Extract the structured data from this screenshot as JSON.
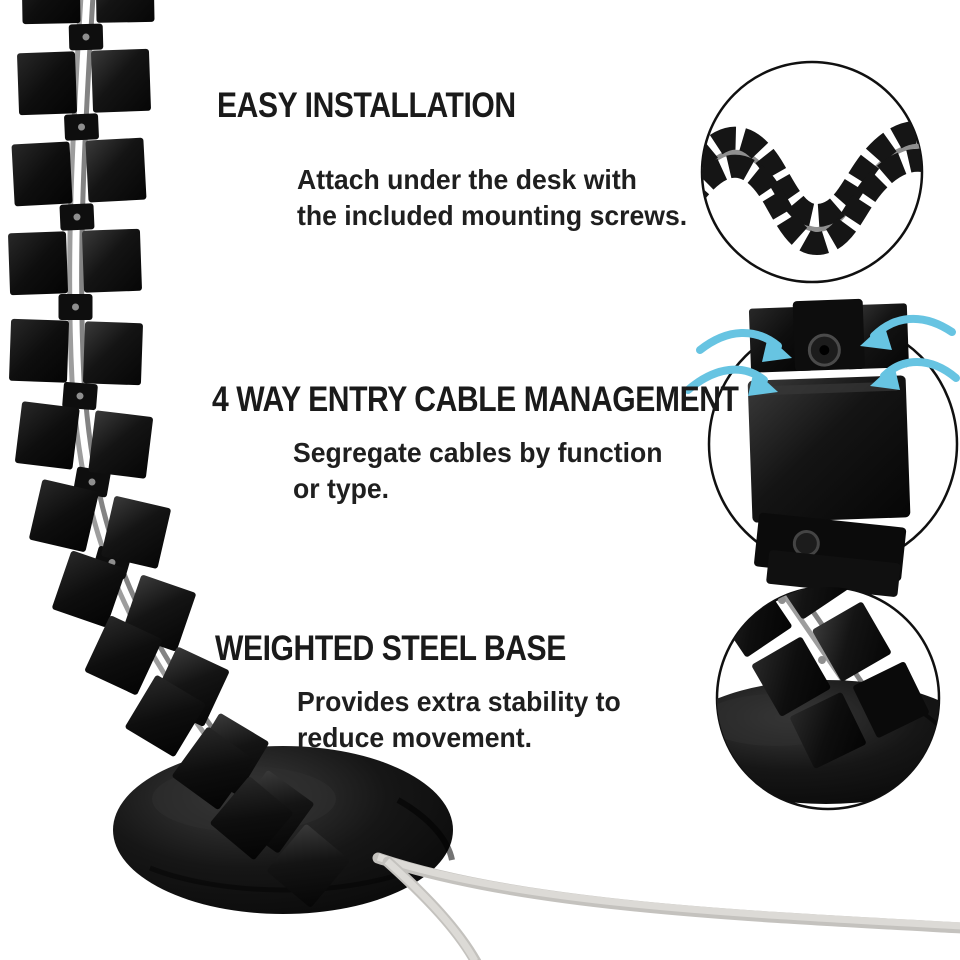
{
  "page": {
    "background_color": "#ffffff",
    "graphic_alt": "under-desk-cable-management-spine-product-photo"
  },
  "colors": {
    "text_ink": "#1a1a1a",
    "spine_black": "#121212",
    "rail_gray": "#9d9d9d",
    "arrow_blue": "#67c4e2",
    "cable_gray": "#dcdad6",
    "callout_outline": "#101010"
  },
  "features": [
    {
      "heading": "EASY INSTALLATION",
      "description": "Attach under the desk with\nthe included mounting screws."
    },
    {
      "heading": "4 WAY ENTRY CABLE MANAGEMENT",
      "description": "Segregate cables by function\nor type."
    },
    {
      "heading": "WEIGHTED STEEL BASE",
      "description": "Provides extra stability to\nreduce movement."
    }
  ],
  "callouts": [
    {
      "icon": "flexible-spine-closeup-icon"
    },
    {
      "icon": "four-way-cable-entry-closeup-icon"
    },
    {
      "icon": "weighted-base-closeup-icon"
    }
  ]
}
